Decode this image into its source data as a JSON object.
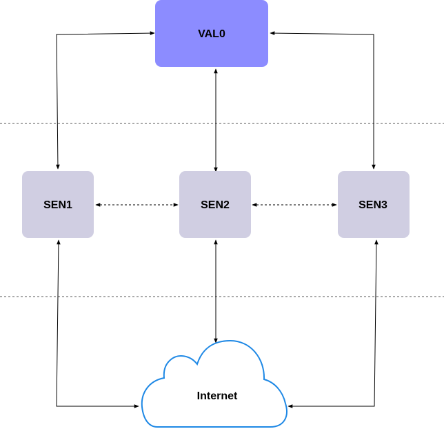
{
  "nodes": {
    "validator": {
      "label": "VAL0",
      "color": "#8c8cff"
    },
    "sen1": {
      "label": "SEN1",
      "color": "#d0cee2"
    },
    "sen2": {
      "label": "SEN2",
      "color": "#d0cee2"
    },
    "sen3": {
      "label": "SEN3",
      "color": "#d0cee2"
    },
    "internet": {
      "label": "Internet",
      "stroke": "#1e88e5"
    }
  },
  "colors": {
    "edge": "#000000",
    "divider": "#555555",
    "background": "#ffffff"
  }
}
